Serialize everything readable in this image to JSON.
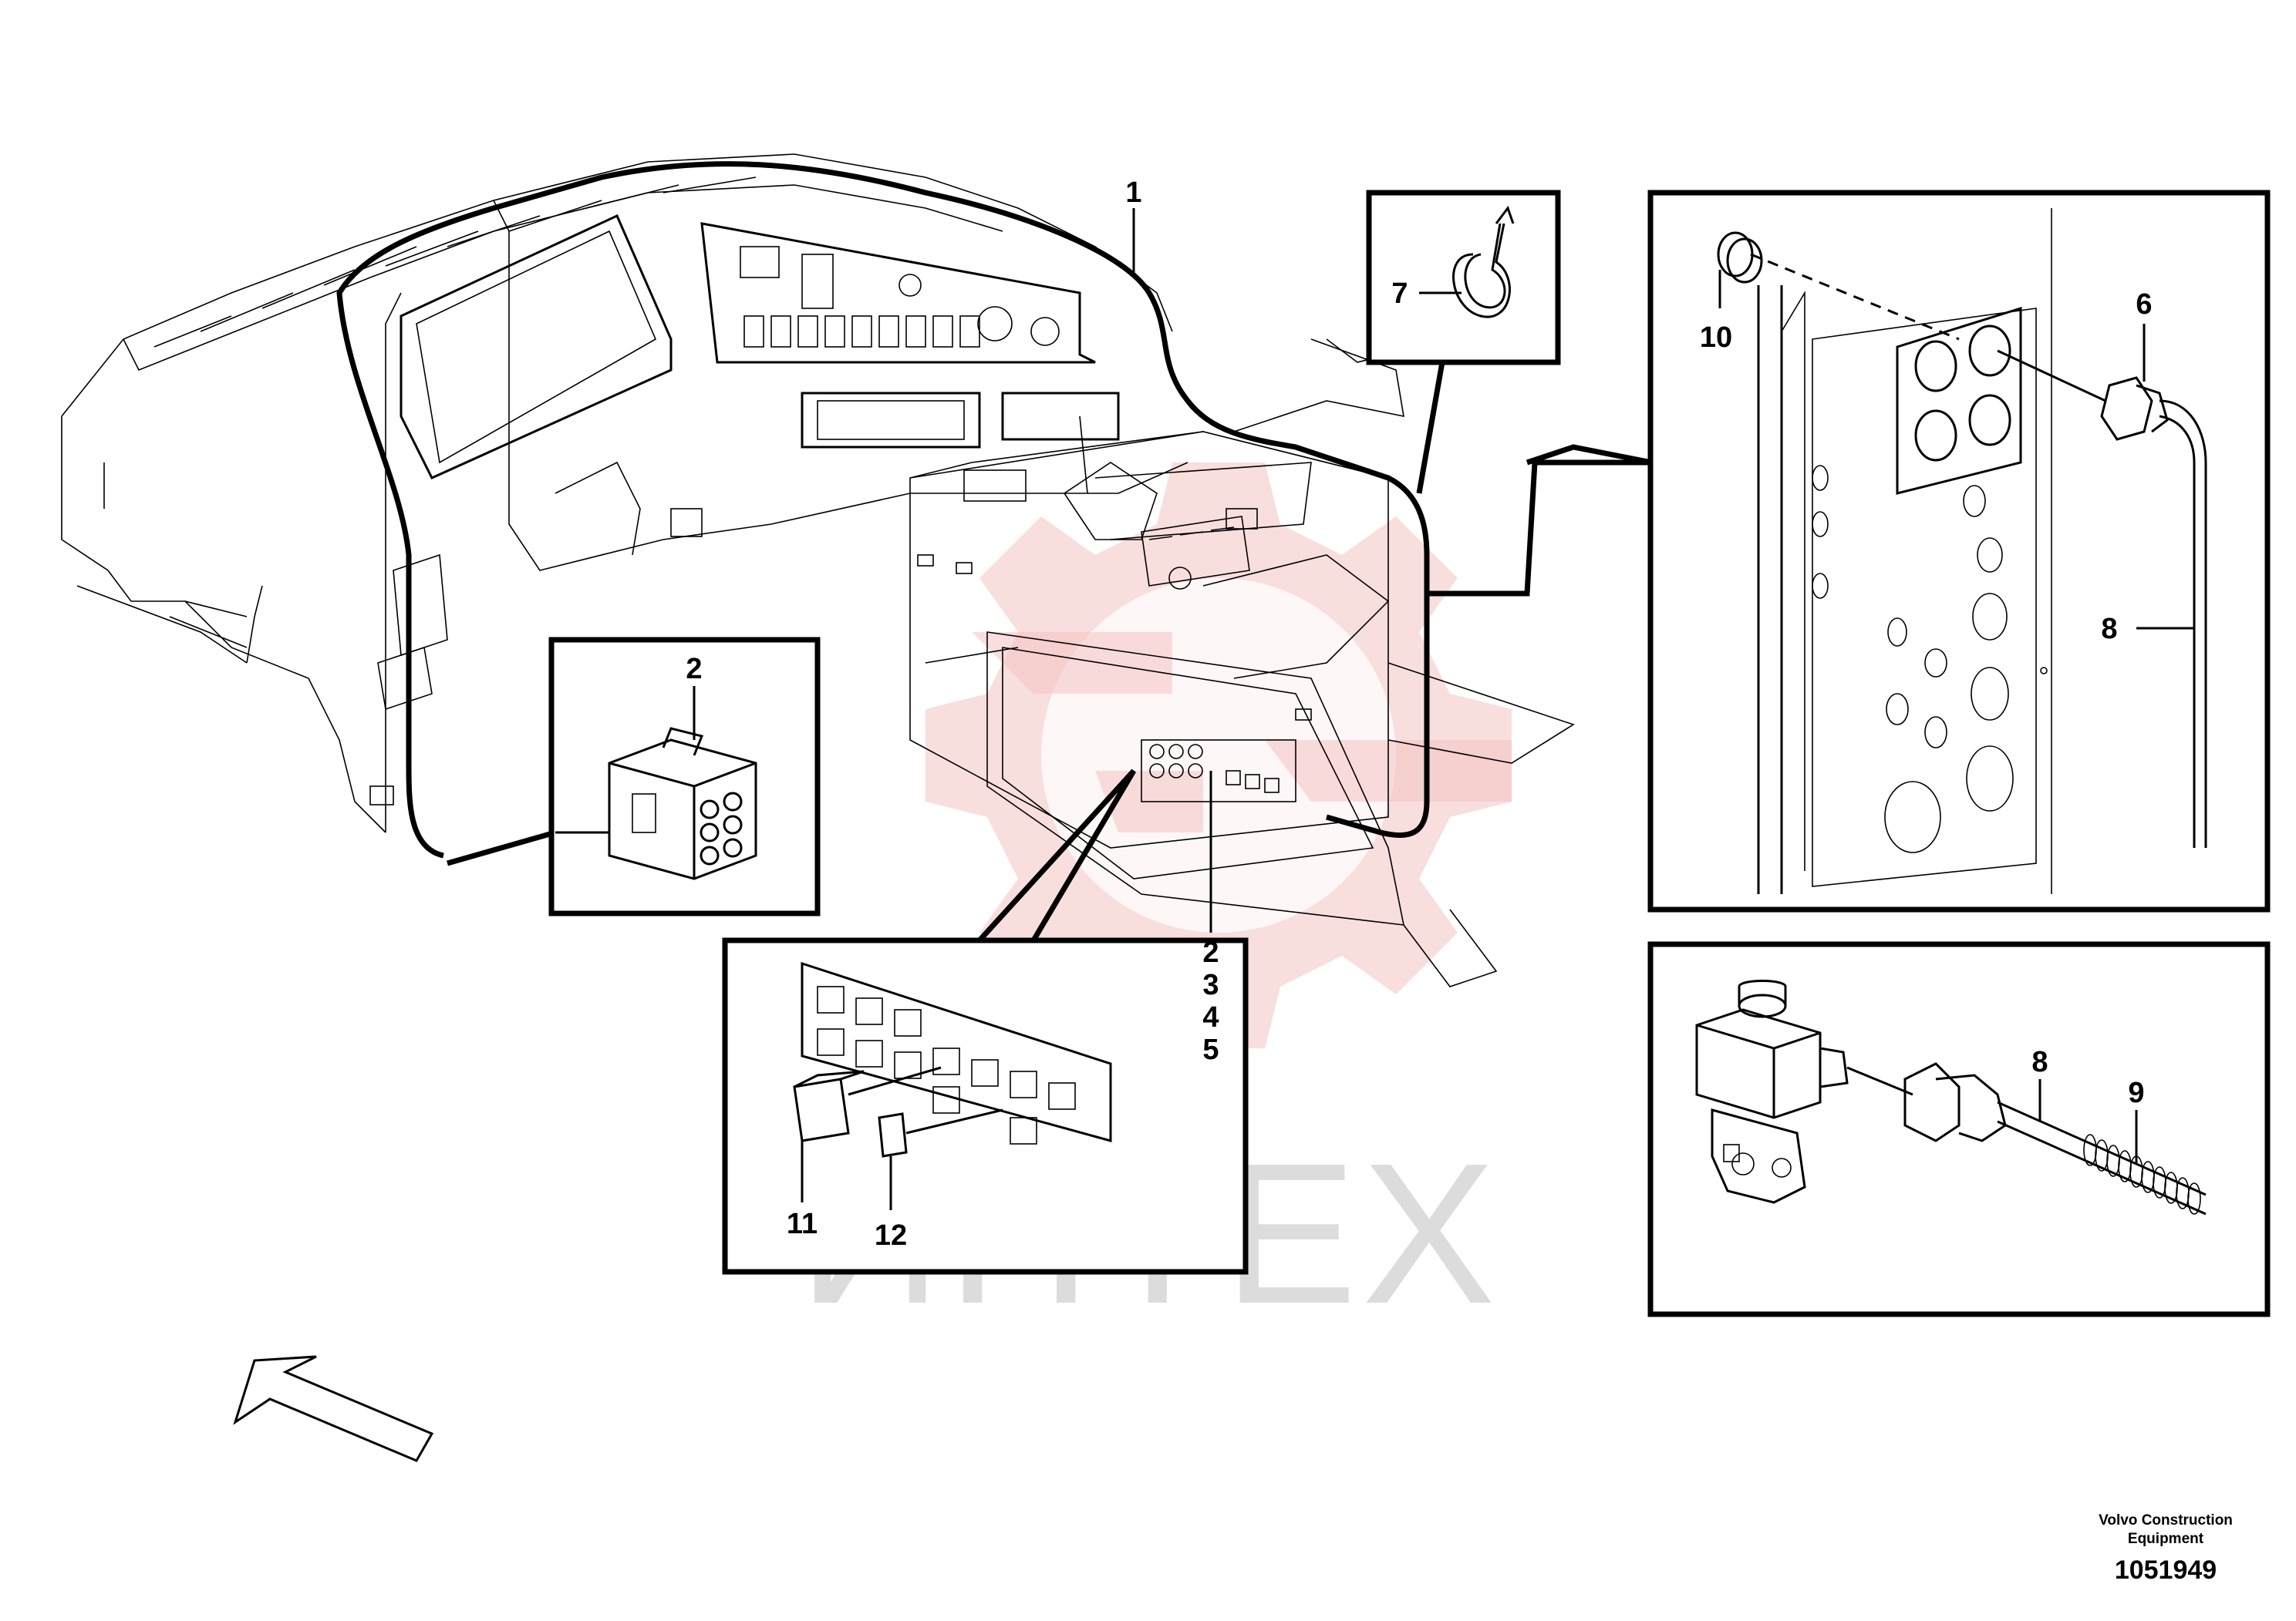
{
  "watermark": {
    "text": "ИНТЕХ",
    "color": "#f4c2c2"
  },
  "callouts": {
    "c1": "1",
    "c2_connector": "2",
    "c2_stack": "2",
    "c3_stack": "3",
    "c4_stack": "4",
    "c5_stack": "5",
    "c6": "6",
    "c7": "7",
    "c8_upper": "8",
    "c8_lower": "8",
    "c9": "9",
    "c10": "10",
    "c11": "11",
    "c12": "12"
  },
  "footer": {
    "company_line1": "Volvo Construction",
    "company_line2": "Equipment",
    "drawing_number": "1051949"
  }
}
